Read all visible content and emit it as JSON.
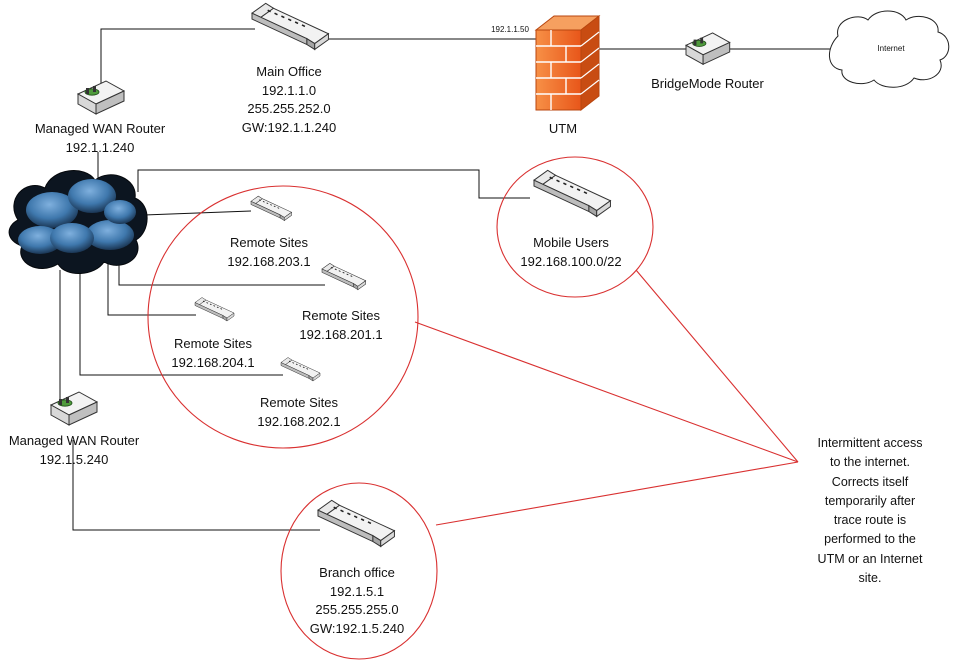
{
  "main_office": {
    "name": "Main Office",
    "lines": [
      "192.1.1.0",
      "255.255.252.0",
      "GW:192.1.1.240"
    ]
  },
  "utm": {
    "name": "UTM",
    "ip": "192.1.1.50"
  },
  "bridge_router": {
    "name": "BridgeMode Router"
  },
  "internet": {
    "label": "Internet"
  },
  "wan_router_top": {
    "name": "Managed WAN Router",
    "ip": "192.1.1.240"
  },
  "wan_router_bottom": {
    "name": "Managed WAN Router",
    "ip": "192.1.5.240"
  },
  "mobile_users": {
    "name": "Mobile Users",
    "ip": "192.168.100.0/22"
  },
  "remote_sites": [
    {
      "name": "Remote Sites",
      "ip": "192.168.203.1"
    },
    {
      "name": "Remote Sites",
      "ip": "192.168.201.1"
    },
    {
      "name": "Remote Sites",
      "ip": "192.168.204.1"
    },
    {
      "name": "Remote Sites",
      "ip": "192.168.202.1"
    }
  ],
  "branch_office": {
    "name": "Branch office",
    "lines": [
      "192.1.5.1",
      "255.255.255.0",
      "GW:192.1.5.240"
    ]
  },
  "note": {
    "lines": [
      "Intermittent access",
      "to the internet.",
      "Corrects itself",
      "temporarily after",
      "trace route is",
      "performed to the",
      "UTM or an Internet",
      "site."
    ]
  },
  "colors": {
    "annotation": "#d93030",
    "cloud_dark": "#0c1520",
    "cloud_blue": "#3f78ad",
    "firewall": "#f26522"
  }
}
